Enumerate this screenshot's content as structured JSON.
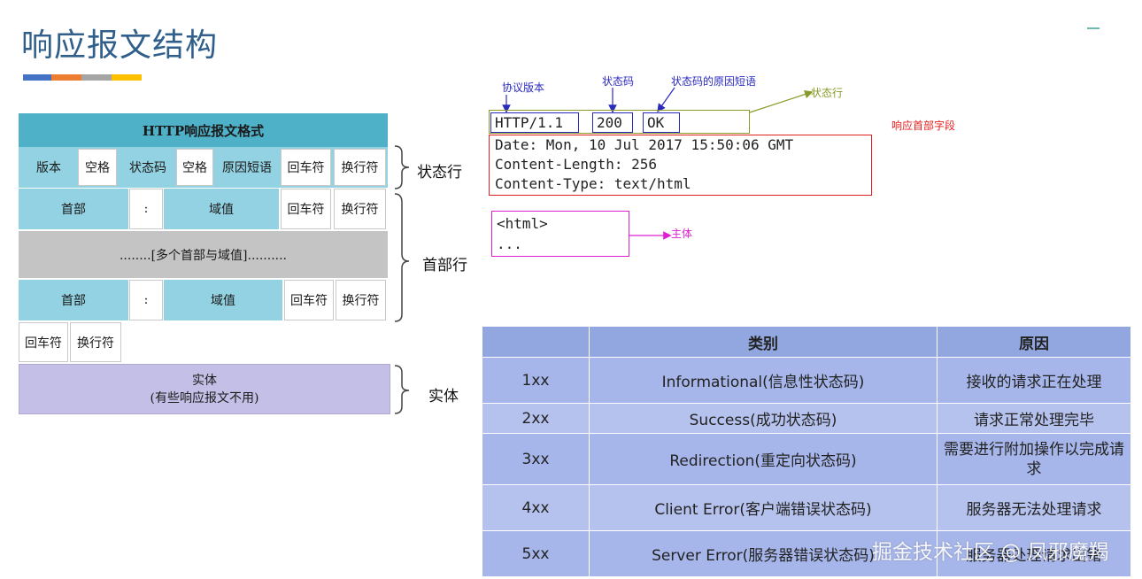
{
  "title": "响应报文结构",
  "stripe_colors": [
    "#4472c4",
    "#ed7d31",
    "#a5a5a5",
    "#ffc000"
  ],
  "format": {
    "header": "HTTP响应报文格式",
    "row1": [
      "版本",
      "空格",
      "状态码",
      "空格",
      "原因短语",
      "回车符",
      "换行符"
    ],
    "row2": [
      "首部",
      ":",
      "域值",
      "回车符",
      "换行符"
    ],
    "row3": "........[多个首部与域值]..........",
    "row4": [
      "首部",
      ":",
      "域值",
      "回车符",
      "换行符"
    ],
    "row5": [
      "回车符",
      "换行符"
    ],
    "body_line1": "实体",
    "body_line2": "(有些响应报文不用)",
    "labels": {
      "status_line": "状态行",
      "header_lines": "首部行",
      "entity": "实体"
    }
  },
  "example": {
    "version": "HTTP/1.1",
    "code": "200",
    "reason": "OK",
    "headers": [
      "Date: Mon, 10 Jul 2017 15:50:06 GMT",
      "Content-Length: 256",
      "Content-Type: text/html"
    ],
    "body": [
      "<html>",
      "..."
    ],
    "annotations": {
      "version": "协议版本",
      "code": "状态码",
      "reason": "状态码的原因短语",
      "status_line": "状态行",
      "header_fields": "响应首部字段",
      "body": "主体"
    },
    "colors": {
      "blue": "#2a2abf",
      "olive": "#8a9a2a",
      "red": "#e02020",
      "magenta": "#e020d0"
    }
  },
  "status_table": {
    "headers": [
      "",
      "类别",
      "原因"
    ],
    "rows": [
      [
        "1xx",
        "Informational(信息性状态码)",
        "接收的请求正在处理"
      ],
      [
        "2xx",
        "Success(成功状态码)",
        "请求正常处理完毕"
      ],
      [
        "3xx",
        "Redirection(重定向状态码)",
        "需要进行附加操作以完成请求"
      ],
      [
        "4xx",
        "Client Error(客户端错误状态码)",
        "服务器无法处理请求"
      ],
      [
        "5xx",
        "Server Error(服务器错误状态码)",
        "服务器处理请求出错"
      ]
    ]
  },
  "watermark": "掘金技术社区 @ 凤邪魔羯"
}
